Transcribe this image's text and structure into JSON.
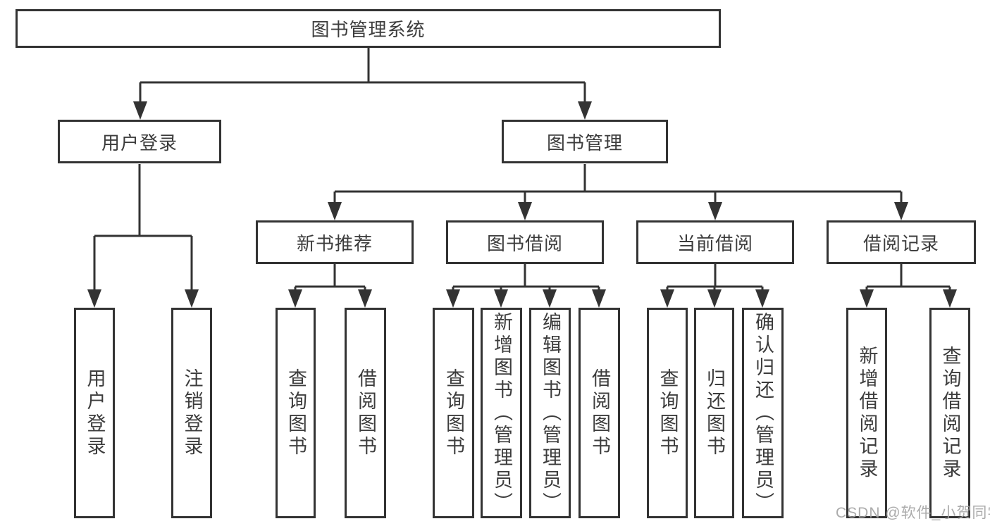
{
  "tree": {
    "label": "图书管理系统",
    "children": [
      {
        "label": "用户登录",
        "children": [
          {
            "label": "用户登录"
          },
          {
            "label": "注销登录"
          }
        ]
      },
      {
        "label": "图书管理",
        "children": [
          {
            "label": "新书推荐",
            "children": [
              {
                "label": "查询图书"
              },
              {
                "label": "借阅图书"
              }
            ]
          },
          {
            "label": "图书借阅",
            "children": [
              {
                "label": "查询图书"
              },
              {
                "label": "新增图书（管理员）"
              },
              {
                "label": "编辑图书（管理员）"
              },
              {
                "label": "借阅图书"
              }
            ]
          },
          {
            "label": "当前借阅",
            "children": [
              {
                "label": "查询图书"
              },
              {
                "label": "归还图书"
              },
              {
                "label": "确认归还（管理员）"
              }
            ]
          },
          {
            "label": "借阅记录",
            "children": [
              {
                "label": "新增借阅记录"
              },
              {
                "label": "查询借阅记录"
              }
            ]
          }
        ]
      }
    ]
  },
  "watermark": {
    "text": "CSDN @软件_小贺同学"
  },
  "colors": {
    "background": "#ffffff",
    "box_border": "#333333",
    "connector": "#333333",
    "text": "#3c3c3c",
    "watermark": "#a4a4a4"
  }
}
